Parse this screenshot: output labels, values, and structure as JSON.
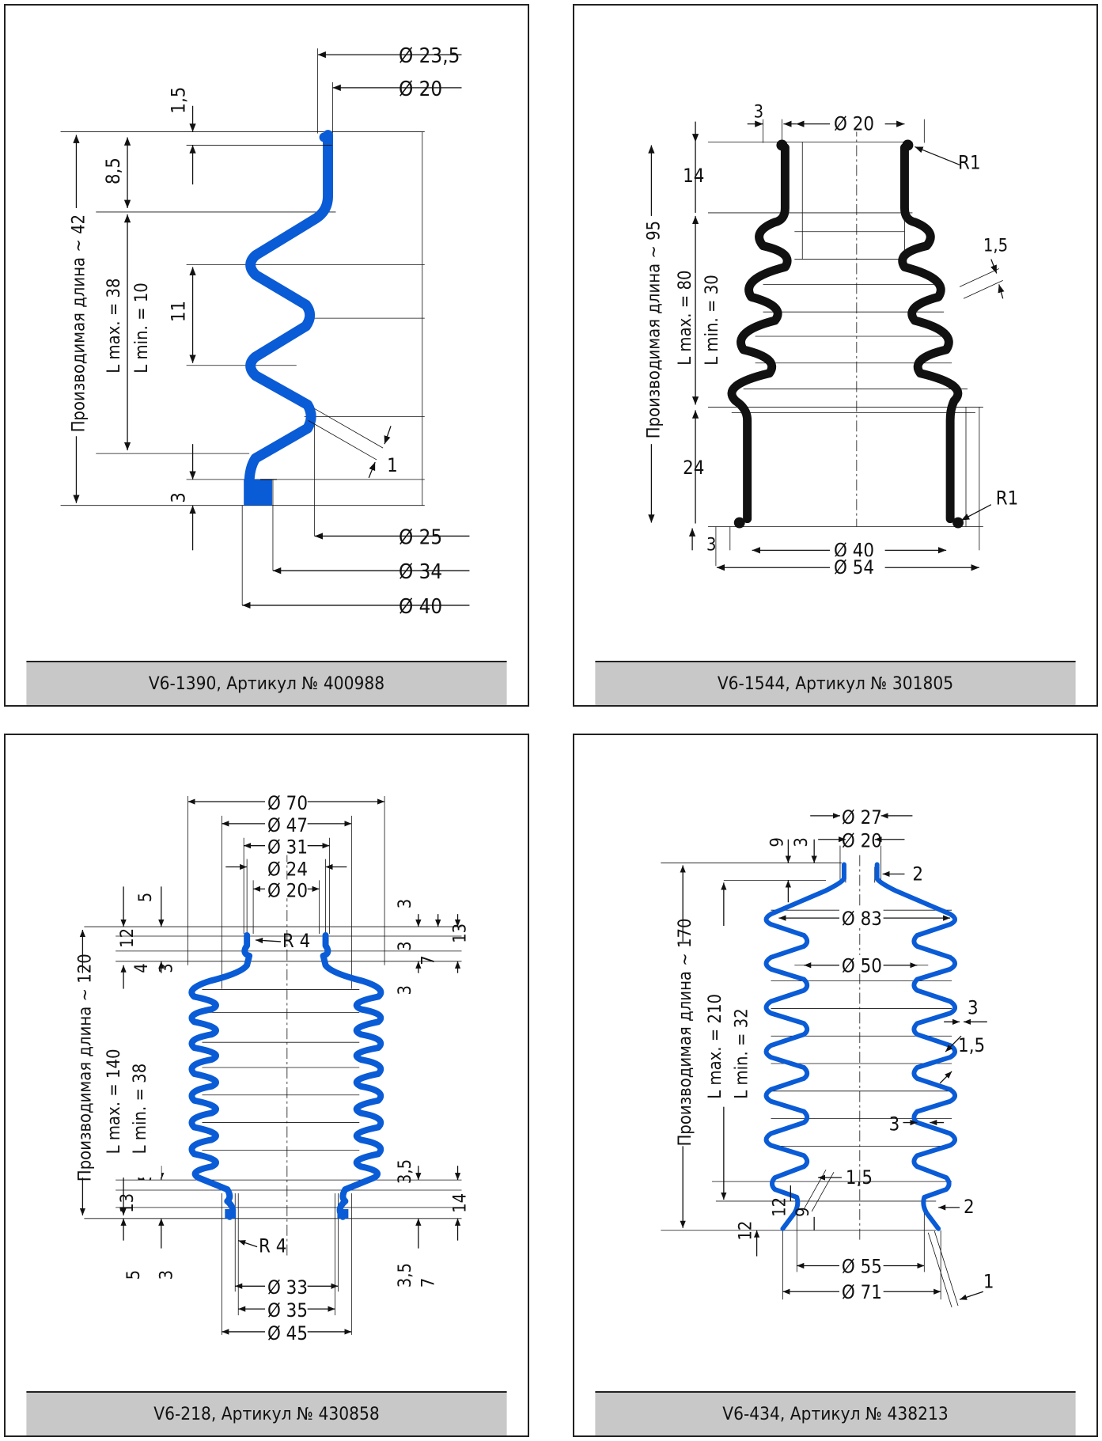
{
  "panels": [
    {
      "caption": "V6-1390, Артикул № 400988",
      "labels": {
        "d235": "Ø 23,5",
        "d20": "Ø 20",
        "d25": "Ø 25",
        "d34": "Ø 34",
        "d40": "Ø 40",
        "v15": "1,5",
        "v85": "8,5",
        "v11": "11",
        "v3": "3",
        "t1": "1",
        "lmax": "L max. = 38",
        "lmin": "L min. = 10",
        "plen": "Производимая длина ~ 42"
      }
    },
    {
      "caption": "V6-1544, Артикул № 301805",
      "labels": {
        "d20": "Ø 20",
        "d40": "Ø 40",
        "d54": "Ø 54",
        "t3top": "3",
        "t3bot": "3",
        "h14": "14",
        "h24": "24",
        "r1a": "R1",
        "r1b": "R1",
        "t15": "1,5",
        "lmax": "L max. = 80",
        "lmin": "L min. = 30",
        "plen": "Производимая длина ~ 95"
      }
    },
    {
      "caption": "V6-218, Артикул № 430858",
      "labels": {
        "d70": "Ø 70",
        "d47": "Ø 47",
        "d31": "Ø 31",
        "d24": "Ø 24",
        "d20": "Ø 20",
        "d33": "Ø 33",
        "d35": "Ø 35",
        "d45": "Ø 45",
        "r4a": "R 4",
        "r4b": "R 4",
        "l5a": "5",
        "l12": "12",
        "l4": "4",
        "l3a": "3",
        "l5b": "5",
        "l13a": "13",
        "l5c": "5",
        "l3b": "3",
        "r3a": "3",
        "r3b": "3",
        "r7a": "7",
        "r3c": "3",
        "r13": "13",
        "r35a": "3,5",
        "r14": "14",
        "r35b": "3,5",
        "r7b": "7",
        "lmax": "L max. = 140",
        "lmin": "L min. = 38",
        "plen": "Производимая длина ~ 120"
      }
    },
    {
      "caption": "V6-434, Артикул № 438213",
      "labels": {
        "d27": "Ø 27",
        "d20": "Ø 20",
        "d83": "Ø 83",
        "d50": "Ø 50",
        "d55": "Ø 55",
        "d71": "Ø 71",
        "v9": "9",
        "v3": "3",
        "r2a": "2",
        "r3": "3",
        "r15a": "1,5",
        "m3": "3",
        "m15": "1,5",
        "r2b": "2",
        "b12": "12",
        "b9": "9",
        "b12b": "12",
        "t1": "1",
        "lmax": "L max. = 210",
        "lmin": "L min. = 32",
        "plen": "Производимая длина ~ 170"
      }
    }
  ],
  "colors": {
    "profile_blue": "#0a5bd6",
    "caption_bg": "#c8c8c8",
    "line": "#111111"
  }
}
